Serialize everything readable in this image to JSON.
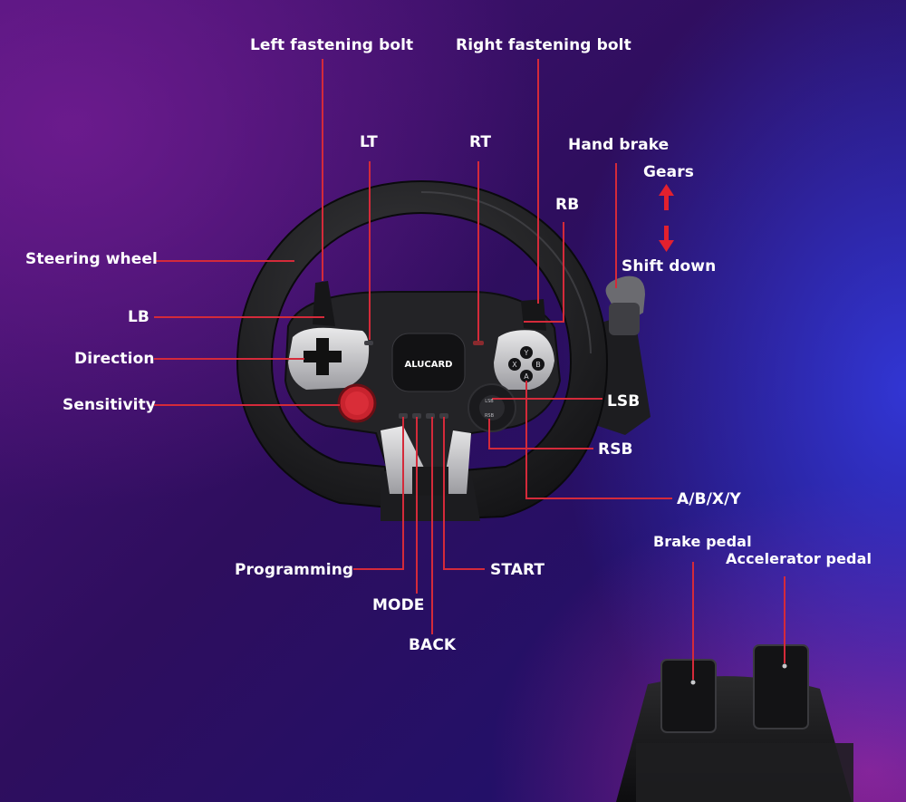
{
  "labels": {
    "left_bolt": "Left fastening bolt",
    "right_bolt": "Right fastening bolt",
    "lt": "LT",
    "rt": "RT",
    "hand_brake": "Hand brake",
    "gears": "Gears",
    "rb": "RB",
    "shift_down": "Shift down",
    "steering_wheel": "Steering wheel",
    "lb": "LB",
    "direction": "Direction",
    "sensitivity": "Sensitivity",
    "lsb": "LSB",
    "rsb": "RSB",
    "abxy": "A/B/X/Y",
    "programming": "Programming",
    "start": "START",
    "mode": "MODE",
    "back": "BACK",
    "brake_pedal": "Brake pedal",
    "accelerator_pedal": "Accelerator pedal"
  },
  "wheel": {
    "brand": "ALUCARD",
    "face_buttons": [
      "Y",
      "X",
      "B",
      "A"
    ],
    "stick_labels": [
      "LSB",
      "RSB"
    ]
  },
  "colors": {
    "leader_line": "#d42a3a",
    "arrow": "#e3202e",
    "label_text": "#ffffff"
  }
}
